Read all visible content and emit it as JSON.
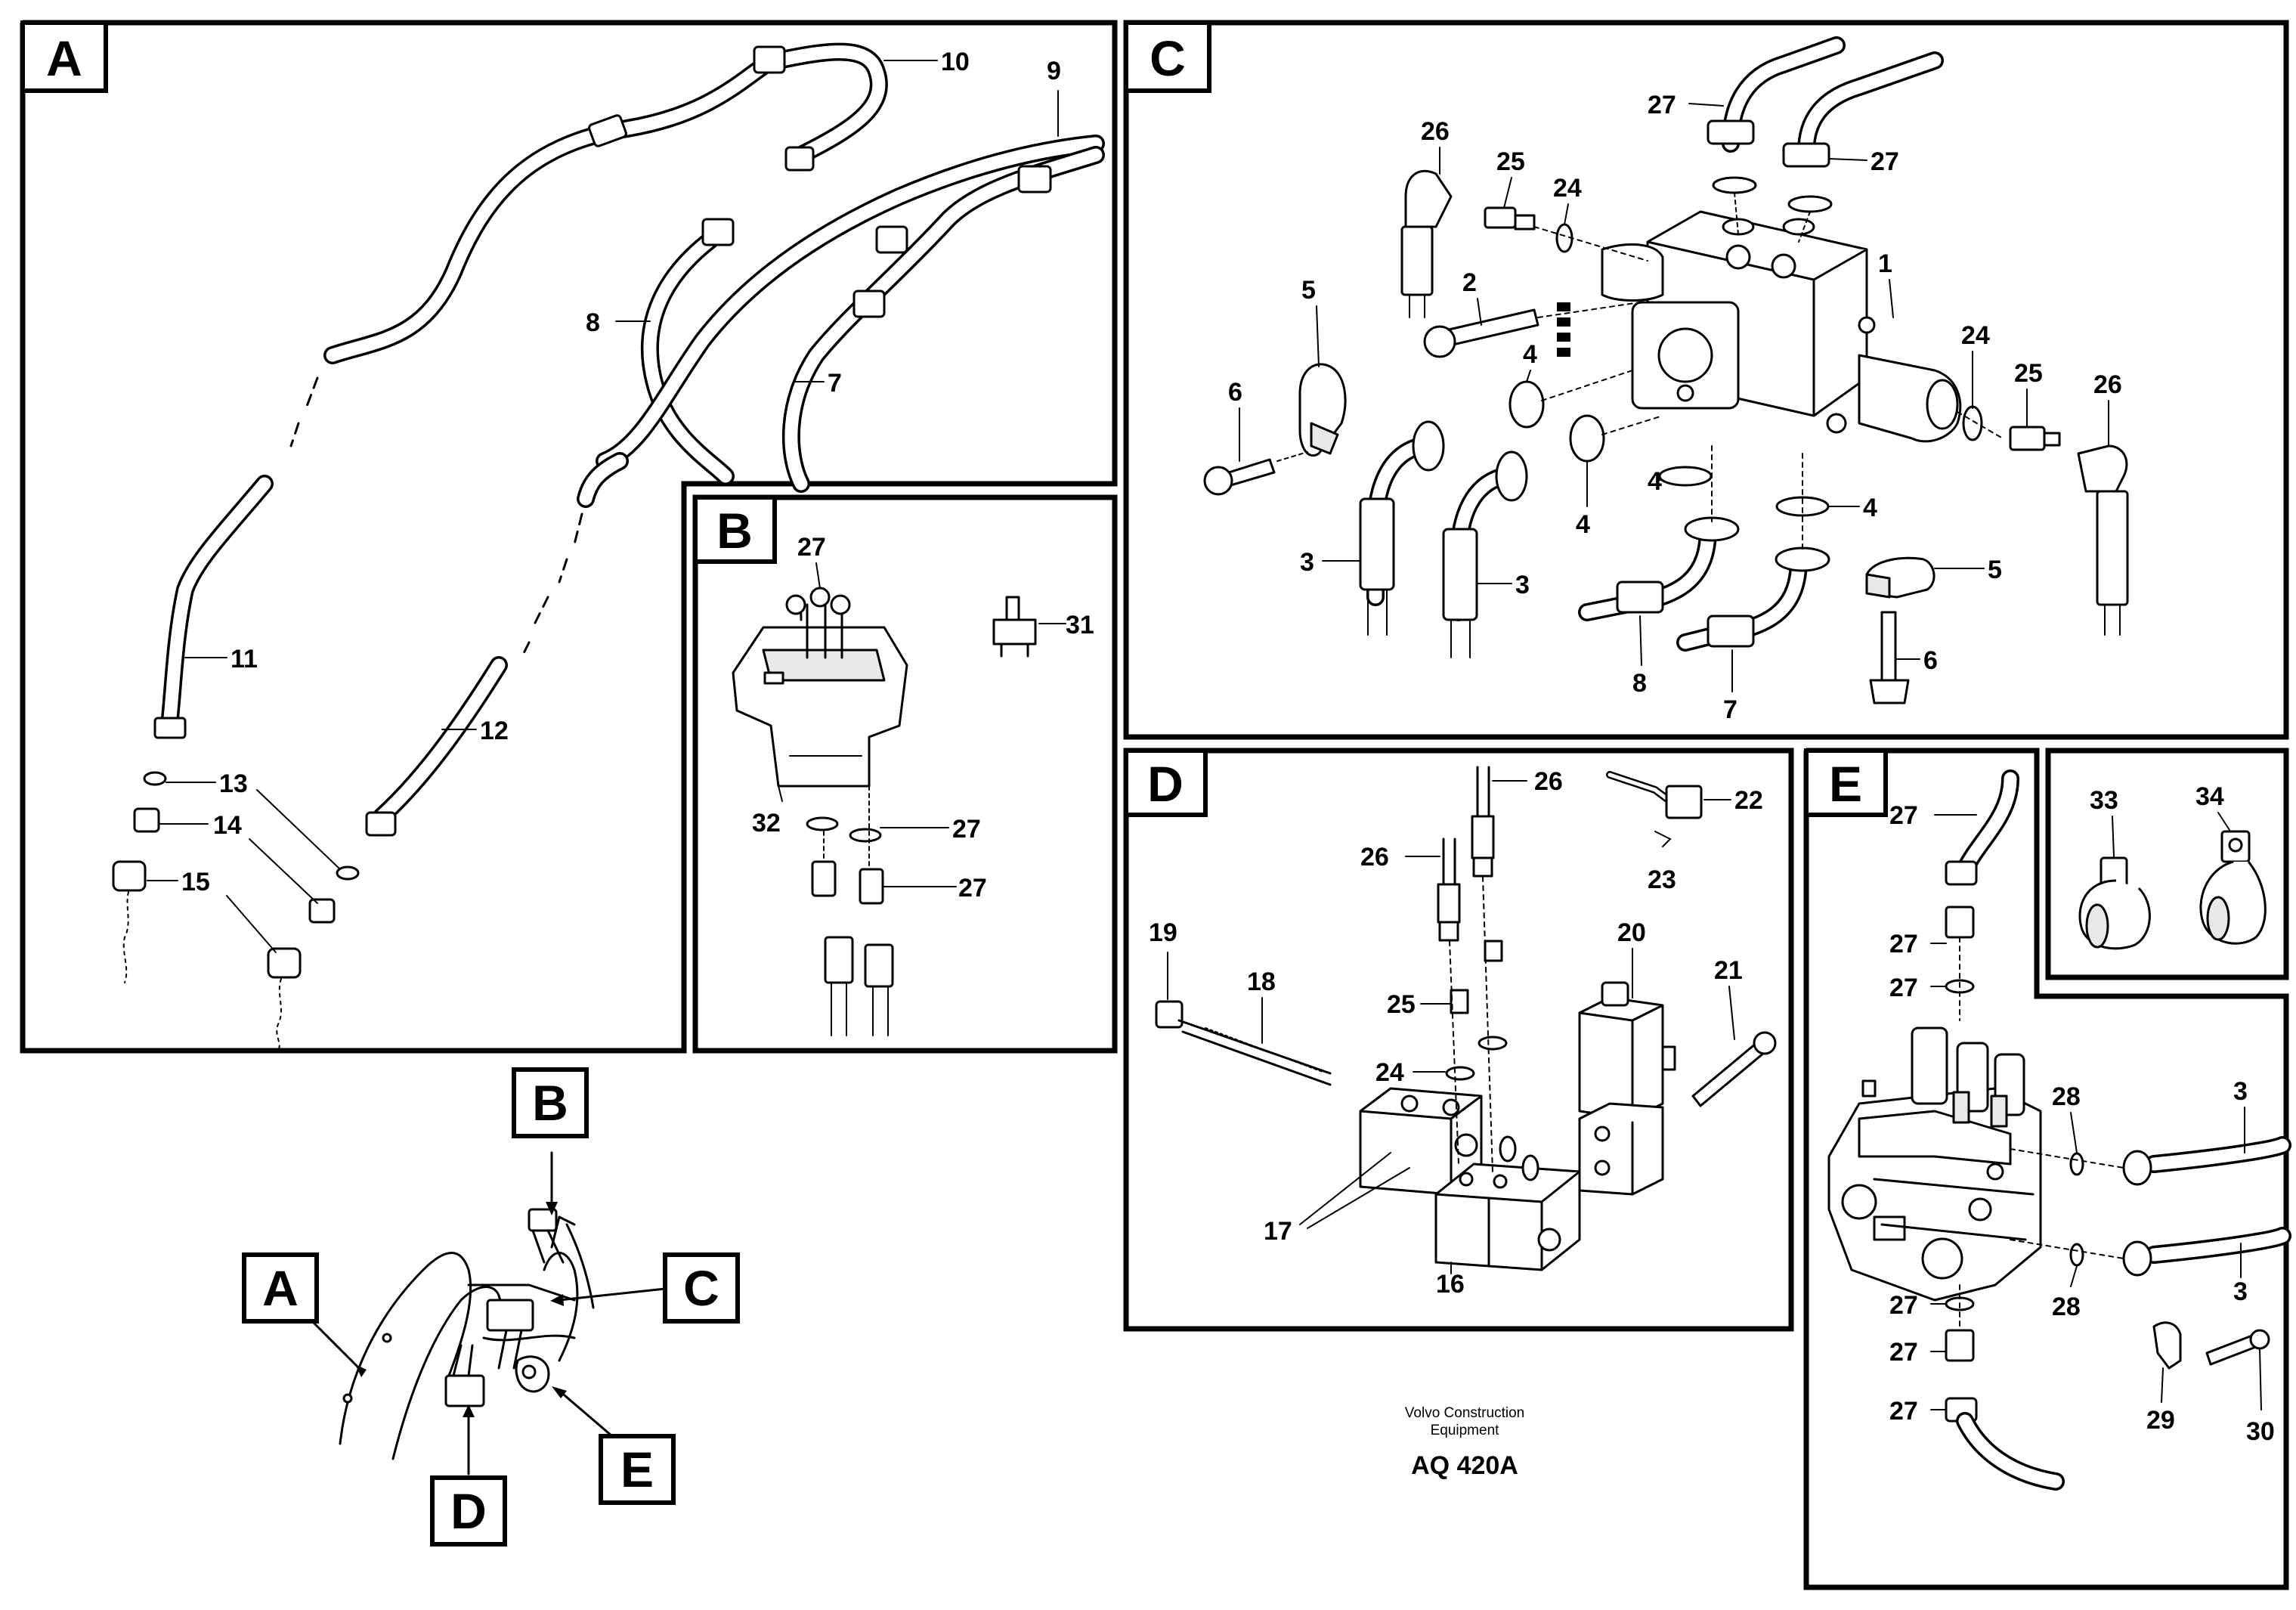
{
  "panels": {
    "A": {
      "letter": "A",
      "callouts": [
        "10",
        "9",
        "8",
        "7",
        "11",
        "12",
        "13",
        "14",
        "15"
      ]
    },
    "B": {
      "letter": "B",
      "callouts": [
        "27",
        "31",
        "32",
        "27",
        "27"
      ]
    },
    "C": {
      "letter": "C",
      "callouts": [
        "27",
        "27",
        "26",
        "25",
        "24",
        "2",
        "1",
        "5",
        "4",
        "6",
        "24",
        "25",
        "26",
        "4",
        "4",
        "3",
        "3",
        "4",
        "5",
        "8",
        "7",
        "6"
      ]
    },
    "D": {
      "letter": "D",
      "callouts": [
        "26",
        "22",
        "26",
        "23",
        "19",
        "18",
        "20",
        "21",
        "25",
        "24",
        "17",
        "16"
      ]
    },
    "E": {
      "letter": "E",
      "callouts": [
        "27",
        "27",
        "27",
        "28",
        "3",
        "28",
        "3",
        "27",
        "27",
        "29",
        "30",
        "27"
      ]
    },
    "F": {
      "callouts": [
        "33",
        "34"
      ]
    }
  },
  "overview": {
    "labels": [
      "B",
      "A",
      "C",
      "E",
      "D"
    ]
  },
  "footer": {
    "company_line1": "Volvo Construction",
    "company_line2": "Equipment",
    "code": "AQ 420A"
  }
}
